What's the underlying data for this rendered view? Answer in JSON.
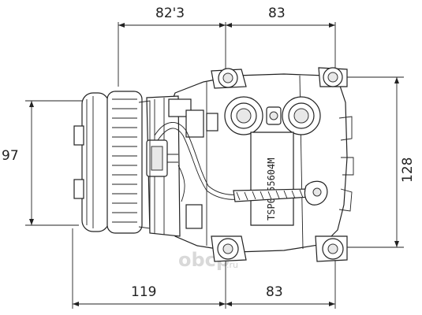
{
  "dimensions": {
    "top_left": "82'3",
    "top_right": "83",
    "left": "97",
    "right": "128",
    "bottom_left": "119",
    "bottom_right": "83"
  },
  "part_marking": "TSP0155604M",
  "watermark": {
    "brand": "obcp",
    "domain": ".ru"
  }
}
